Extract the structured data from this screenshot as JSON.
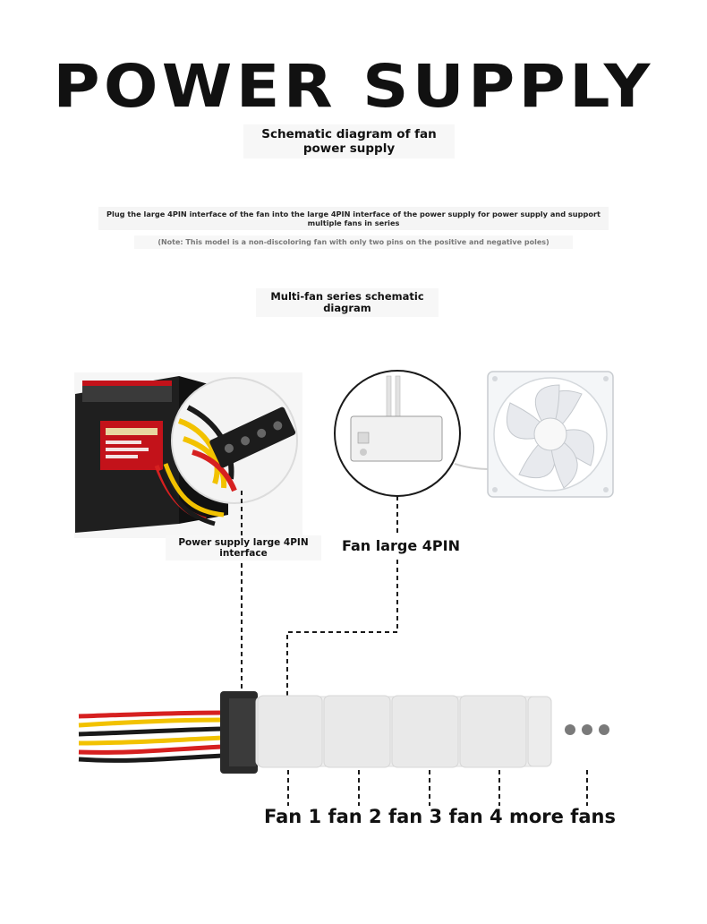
{
  "header": {
    "title": "POWER SUPPLY",
    "subtitle": "Schematic diagram of fan\npower supply"
  },
  "description": {
    "main": "Plug the large 4PIN interface of the fan into the large 4PIN interface of the power supply for power supply and support multiple fans in series",
    "note": "(Note: This model is a non-discoloring fan with only two pins on the positive and negative poles)"
  },
  "diagram": {
    "title": "Multi-fan series schematic\ndiagram",
    "psu_label": "Power supply large 4PIN\ninterface",
    "fan_connector_label": "Fan large 4PIN",
    "fan_series_labels": [
      "Fan 1",
      "fan 2",
      "fan 3",
      "fan 4",
      "more fans"
    ]
  },
  "colors": {
    "wire_red": "#d62020",
    "wire_yellow": "#f2c200",
    "wire_black": "#1a1a1a",
    "connector_black": "#2a2a2a",
    "connector_white": "#eeeeee",
    "psu_body": "#222222",
    "psu_accent": "#c3121a"
  }
}
